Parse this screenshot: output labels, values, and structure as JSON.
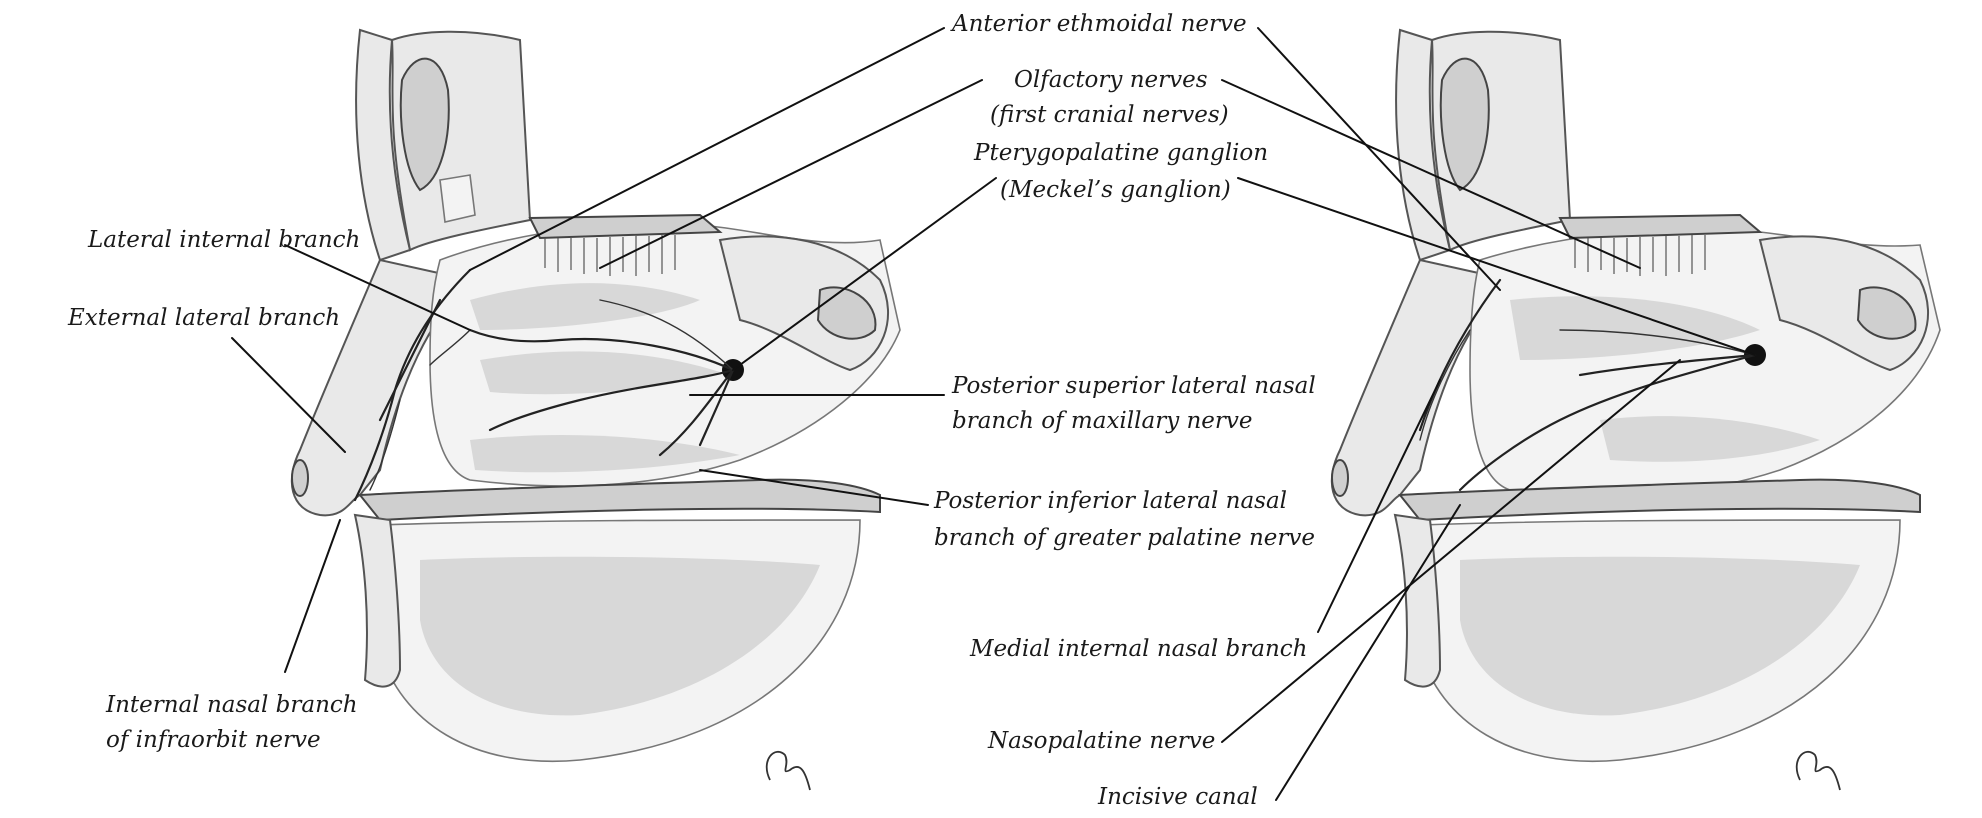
{
  "labels": {
    "anterior_ethmoidal": "Anterior ethmoidal nerve",
    "olfactory_1": "Olfactory nerves",
    "olfactory_2": "(first cranial nerves)",
    "pterygopalatine_1": "Pterygopalatine ganglion",
    "pterygopalatine_2": "(Meckel’s ganglion)",
    "lateral_internal": "Lateral internal branch",
    "external_lateral": "External lateral branch",
    "post_sup_1": "Posterior superior lateral nasal",
    "post_sup_2": "branch of maxillary nerve",
    "post_inf_1": "Posterior inferior lateral nasal",
    "post_inf_2": "branch of greater palatine nerve",
    "internal_nasal_1": "Internal nasal branch",
    "internal_nasal_2": "of infraorbit nerve",
    "medial_internal": "Medial internal nasal branch",
    "nasopalatine": "Nasopalatine nerve",
    "incisive_canal": "Incisive canal"
  },
  "colors": {
    "ink": "#1a1a1a",
    "bone": "#e9e9e9",
    "shade": "#cfcfcf"
  }
}
